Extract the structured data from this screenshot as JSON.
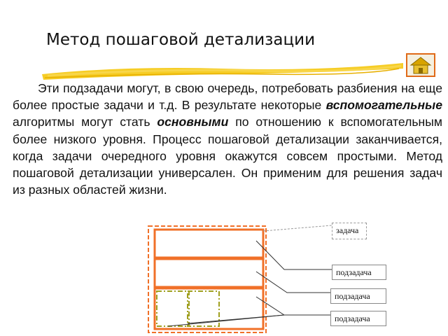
{
  "slide": {
    "title": "Метод пошаговой детализации",
    "paragraph": {
      "part1": "Эти подзадачи могут, в свою очередь, потребовать разбиения на еще более простые задачи и т.д. В результате некоторые ",
      "emphasis1": "вспомогательные",
      "part2": " алгоритмы могут стать ",
      "emphasis2": "основными",
      "part3": " по отношению к вспомогательным более низкого уровня. Процесс пошаговой детализации заканчивается, когда задачи очередного уровня окажутся совсем простыми. Метод пошаговой детализации универсален. Он применим для решения задач из разных областей жизни."
    }
  },
  "navigation": {
    "home_icon": "home-icon"
  },
  "diagram": {
    "task_label": "задача",
    "subtask_labels": [
      "подзадача",
      "подзадача",
      "подзадача"
    ]
  },
  "colors": {
    "accent_orange": "#f07028",
    "olive_dashed": "#a0a020",
    "brush_yellow": "#f5c400"
  }
}
